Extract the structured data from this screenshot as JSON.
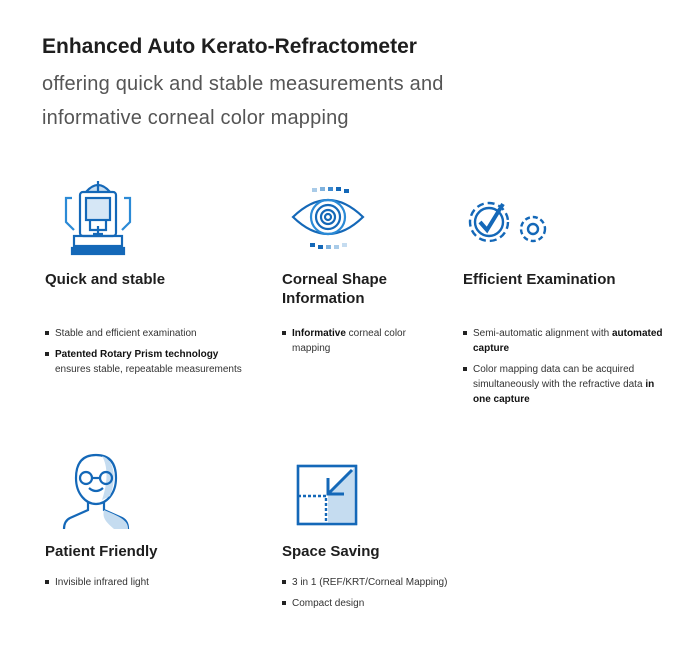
{
  "header": {
    "title": "Enhanced Auto Kerato-Refractometer",
    "subtitle_line1": "offering quick and stable measurements and",
    "subtitle_line2": "informative corneal color mapping"
  },
  "colors": {
    "icon_dark": "#0f5fa8",
    "icon_mid": "#2b8ad6",
    "icon_light": "#c5dcf0"
  },
  "features": [
    {
      "icon": "refractometer-icon",
      "title": "Quick and stable",
      "bullets": [
        [
          {
            "t": "Stable and efficient examination"
          }
        ],
        [
          {
            "t": "Patented Rotary Prism technology",
            "b": true
          },
          {
            "t": " ensures stable, repeatable measurements"
          }
        ]
      ]
    },
    {
      "icon": "eye-icon",
      "title_line1": "Corneal Shape",
      "title_line2": "Information",
      "bullets": [
        [
          {
            "t": "Informative",
            "b": true
          },
          {
            "t": " corneal color mapping"
          }
        ]
      ]
    },
    {
      "icon": "gears-check-icon",
      "title": "Efficient Examination",
      "bullets": [
        [
          {
            "t": "Semi-automatic alignment with "
          },
          {
            "t": "automated capture",
            "b": true
          }
        ],
        [
          {
            "t": "Color mapping data can be acquired simultaneously with the refractive data "
          },
          {
            "t": "in one capture",
            "b": true
          }
        ]
      ]
    },
    {
      "icon": "patient-icon",
      "title": "Patient Friendly",
      "bullets": [
        [
          {
            "t": "Invisible infrared light"
          }
        ]
      ]
    },
    {
      "icon": "space-saving-icon",
      "title": "Space Saving",
      "bullets": [
        [
          {
            "t": "3 in 1 (REF/KRT/Corneal Mapping)"
          }
        ],
        [
          {
            "t": "Compact design"
          }
        ]
      ]
    }
  ]
}
